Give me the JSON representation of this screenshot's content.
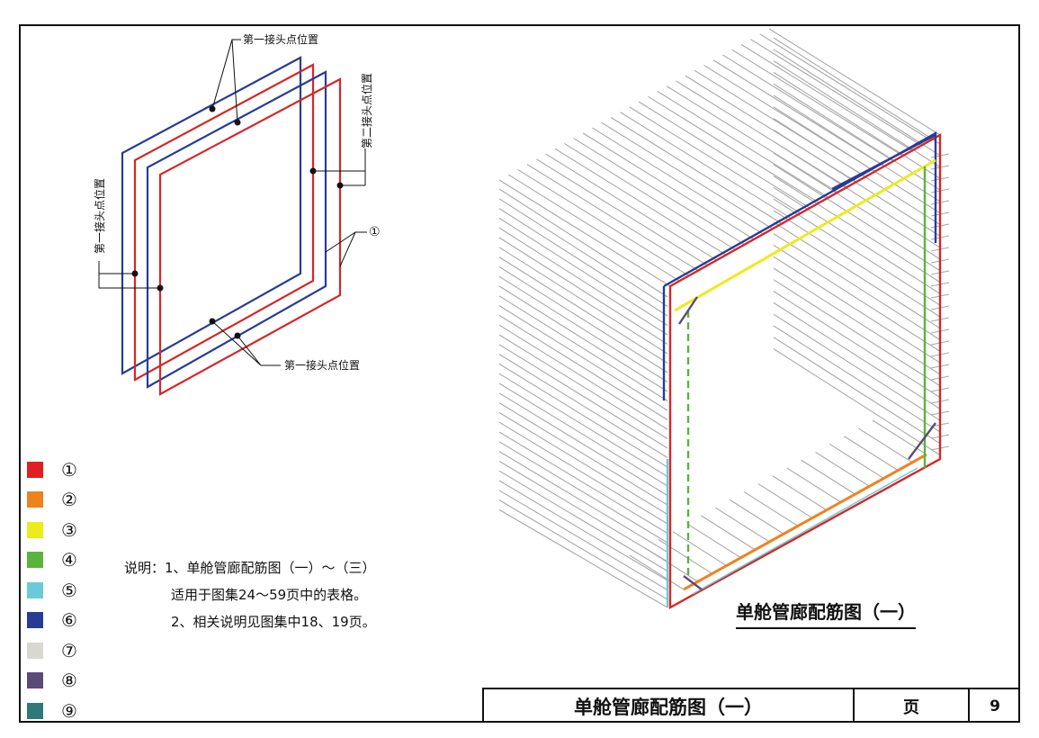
{
  "annotations": {
    "top": "第一接头点位置",
    "right": "第二接头点位置",
    "left": "第一接头点位置",
    "bottom": "第一接头点位置",
    "bar_marker": "①"
  },
  "legend": [
    {
      "color": "#e02020",
      "label": "①"
    },
    {
      "color": "#f0821e",
      "label": "②"
    },
    {
      "color": "#ecec1c",
      "label": "③"
    },
    {
      "color": "#5ab43c",
      "label": "④"
    },
    {
      "color": "#6ccad8",
      "label": "⑤"
    },
    {
      "color": "#283c96",
      "label": "⑥"
    },
    {
      "color": "#d8d8d0",
      "label": "⑦"
    },
    {
      "color": "#5a4a78",
      "label": "⑧"
    },
    {
      "color": "#2e7a78",
      "label": "⑨"
    }
  ],
  "notes": {
    "line1": "说明：1、单舱管廊配筋图（一）～（三）",
    "line2": "适用于图集24～59页中的表格。",
    "line3": "2、相关说明见图集中18、19页。"
  },
  "drawing_caption": "单舱管廊配筋图（一）",
  "title_block": {
    "title": "单舱管廊配筋图（一）",
    "page_label": "页",
    "page_number": "9"
  }
}
